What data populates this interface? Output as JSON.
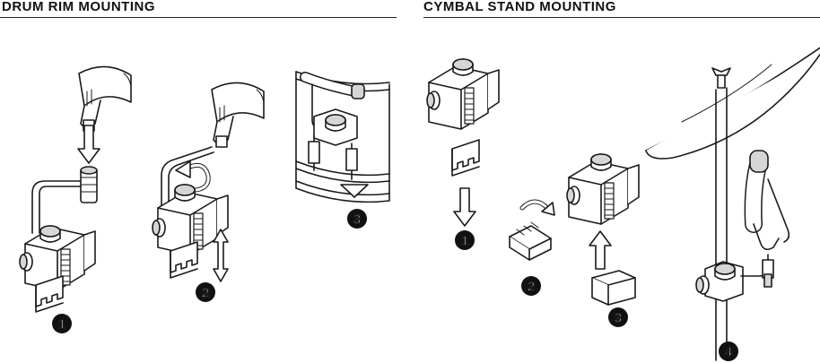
{
  "sections": [
    {
      "title": "DRUM RIM MOUNTING",
      "steps": [
        "1",
        "2",
        "3"
      ]
    },
    {
      "title": "CYMBAL STAND MOUNTING",
      "steps": [
        "1",
        "2",
        "3",
        "4"
      ]
    }
  ],
  "colors": {
    "line": "#1a1a1a",
    "fill": "#ffffff",
    "shade": "#d6d6d6",
    "badge": "#111111"
  }
}
